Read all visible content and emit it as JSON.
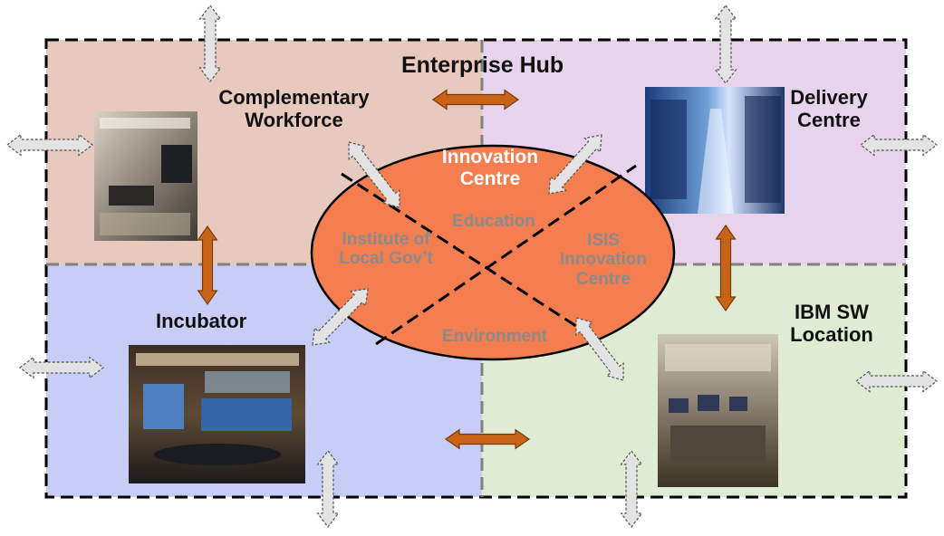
{
  "colors": {
    "top_left": "#e8c9be",
    "top_right": "#e7d3ec",
    "bottom_left": "#c8cdf7",
    "bottom_right": "#dfecd3",
    "ellipse": "#f47e50",
    "brown_arrow": "#c86417",
    "grey_arrow": "#e3e3e3"
  },
  "title": "Enterprise Hub",
  "labels": {
    "complementary_workforce": "Complementary\nWorkforce",
    "delivery_centre": "Delivery\nCentre",
    "incubator": "Incubator",
    "ibm_sw_location": "IBM SW\nLocation"
  },
  "hub": {
    "title": "Innovation\nCentre",
    "education": "Education",
    "institute": "Institute of\nLocal Gov’t",
    "isis": "ISIS\nInnovation\nCentre",
    "environment": "Environment"
  },
  "photos": {
    "workforce": "office-photo",
    "delivery": "corridor-photo",
    "incubator": "control-room-photo",
    "ibm": "lab-photo"
  }
}
